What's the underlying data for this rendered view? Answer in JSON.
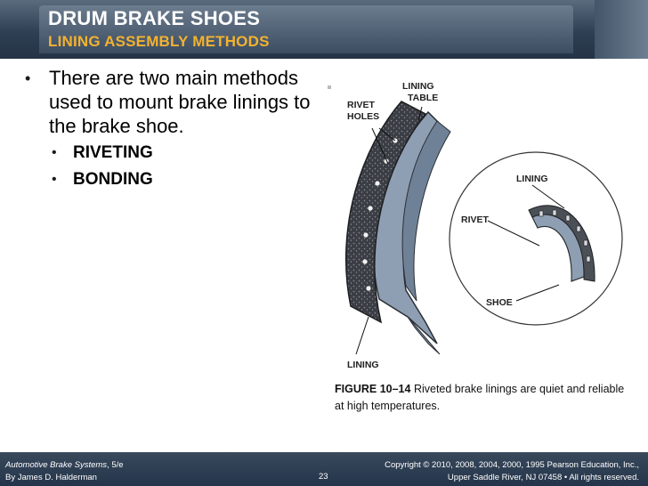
{
  "header": {
    "title": "DRUM BRAKE SHOES",
    "subtitle": "LINING ASSEMBLY METHODS"
  },
  "content": {
    "main_bullet": "There are two main methods used to mount brake linings to the brake shoe.",
    "sub_bullets": [
      "RIVETING",
      "BONDING"
    ]
  },
  "figure": {
    "labels": {
      "rivet_holes_1": "RIVET",
      "rivet_holes_2": "HOLES",
      "lining_table_1": "LINING",
      "lining_table_2": "TABLE",
      "lining_inset": "LINING",
      "rivet_inset": "RIVET",
      "shoe_inset": "SHOE",
      "lining_bottom": "LINING"
    },
    "caption_number": "FIGURE 10–14",
    "caption_text": "Riveted brake linings are quiet and reliable at high temperatures."
  },
  "footer": {
    "book_title": "Automotive Brake Systems",
    "edition": ", 5/e",
    "author": "By James D. Halderman",
    "page_number": "23",
    "copyright_line1": "Copyright © 2010, 2008, 2004, 2000, 1995 Pearson Education, Inc.,",
    "copyright_line2": "Upper Saddle River, NJ 07458 • All rights reserved."
  }
}
